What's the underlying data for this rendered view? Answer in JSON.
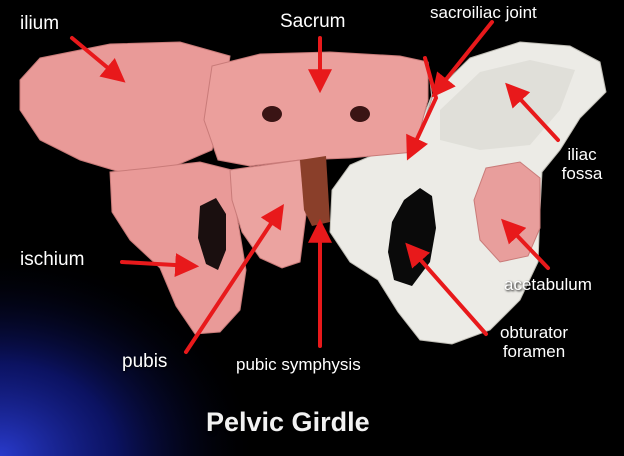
{
  "slide": {
    "title": "Pelvic Girdle",
    "accent_color": "#e8191b",
    "highlight_color": "#e99a98"
  },
  "labels": {
    "ilium": "ilium",
    "sacrum": "Sacrum",
    "sacroiliac_joint": "sacroiliac joint",
    "iliac_fossa_line1": "iliac",
    "iliac_fossa_line2": "fossa",
    "ischium": "ischium",
    "acetabulum": "acetabulum",
    "obturator_line1": "obturator",
    "obturator_line2": "foramen",
    "pubis": "pubis",
    "pubic_symphysis": "pubic symphysis"
  }
}
